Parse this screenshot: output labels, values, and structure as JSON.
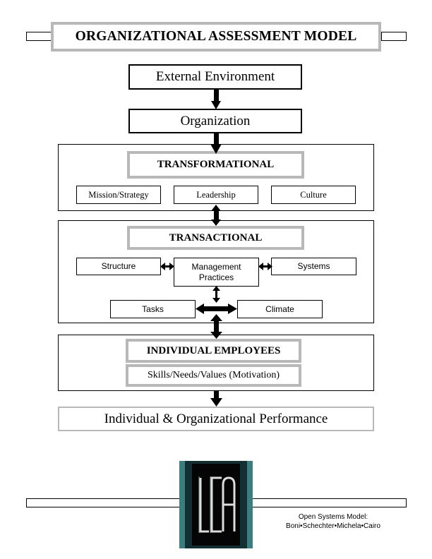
{
  "title": "ORGANIZATIONAL ASSESSMENT MODEL",
  "external_environment": "External Environment",
  "organization": "Organization",
  "transformational": {
    "heading": "TRANSFORMATIONAL",
    "items": [
      "Mission/Strategy",
      "Leadership",
      "Culture"
    ]
  },
  "transactional": {
    "heading": "TRANSACTIONAL",
    "structure": "Structure",
    "management_line1": "Management",
    "management_line2": "Practices",
    "systems": "Systems",
    "tasks": "Tasks",
    "climate": "Climate"
  },
  "individual": {
    "heading": "INDIVIDUAL EMPLOYEES",
    "sub": "Skills/Needs/Values (Motivation)"
  },
  "performance": "Individual & Organizational Performance",
  "logo": {
    "letters": "LCA",
    "colors": {
      "dark": "#123033",
      "teal": "#3c7e80",
      "black": "#050505",
      "letter": "#dcdcdc"
    }
  },
  "footer": {
    "line1": "Open Systems Model:",
    "line2": "Boni•Schechter•Michela•Cairo"
  }
}
